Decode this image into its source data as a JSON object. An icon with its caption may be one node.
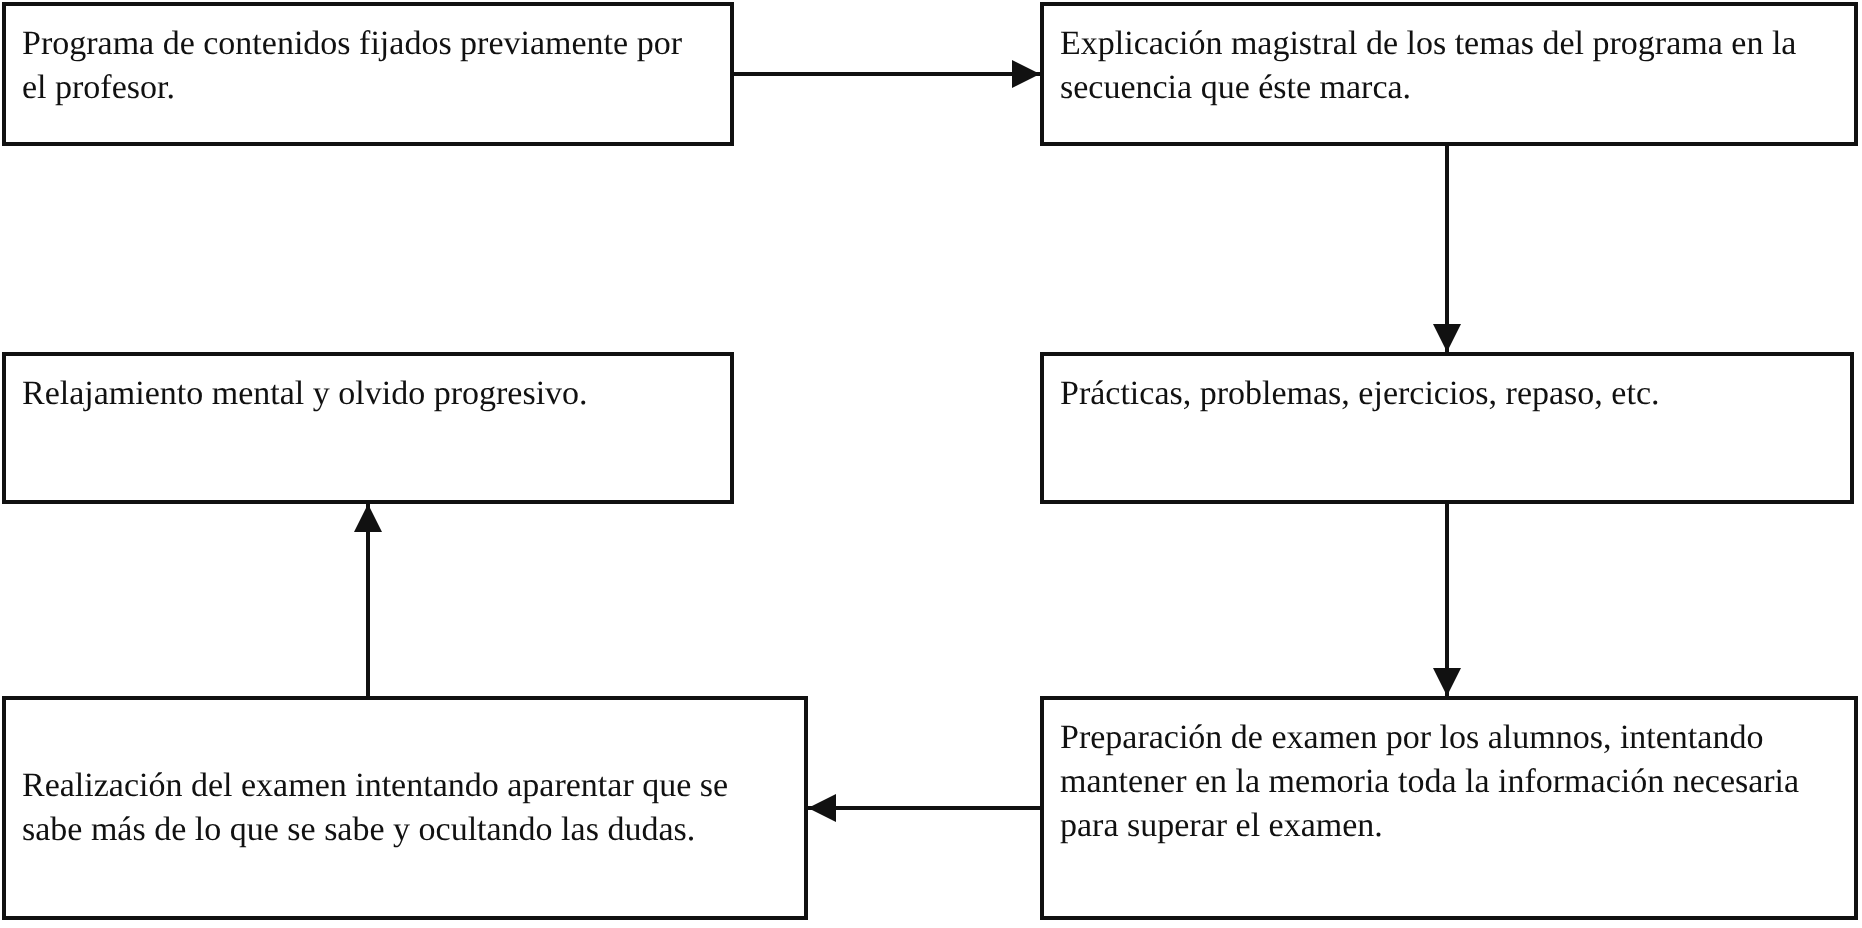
{
  "diagram": {
    "nodes": [
      {
        "text": [
          "Programa de contenidos fijados previamente por el profesor."
        ]
      },
      {
        "text": [
          "Explicación magistral de los temas del programa en la secuencia que éste marca."
        ]
      },
      {
        "text": [
          "Prácticas, problemas, ejercicios, repaso, etc."
        ]
      },
      {
        "text": [
          "Preparación de examen por los alumnos, intentando mantener en la memoria toda la información necesaria para superar el examen."
        ]
      },
      {
        "text": [
          "Realización del examen intentando aparentar que se sabe más de lo que se sabe y ocultando las dudas."
        ]
      },
      {
        "text": [
          "Relajamiento mental y olvido progresivo."
        ]
      }
    ],
    "edges": [
      {
        "from": 0,
        "to": 1,
        "arrow": "to"
      },
      {
        "from": 1,
        "to": 2,
        "arrow": "to"
      },
      {
        "from": 2,
        "to": 3,
        "arrow": "to"
      },
      {
        "from": 3,
        "to": 4,
        "arrow": "to"
      },
      {
        "from": 4,
        "to": 5,
        "arrow": "to"
      }
    ]
  }
}
